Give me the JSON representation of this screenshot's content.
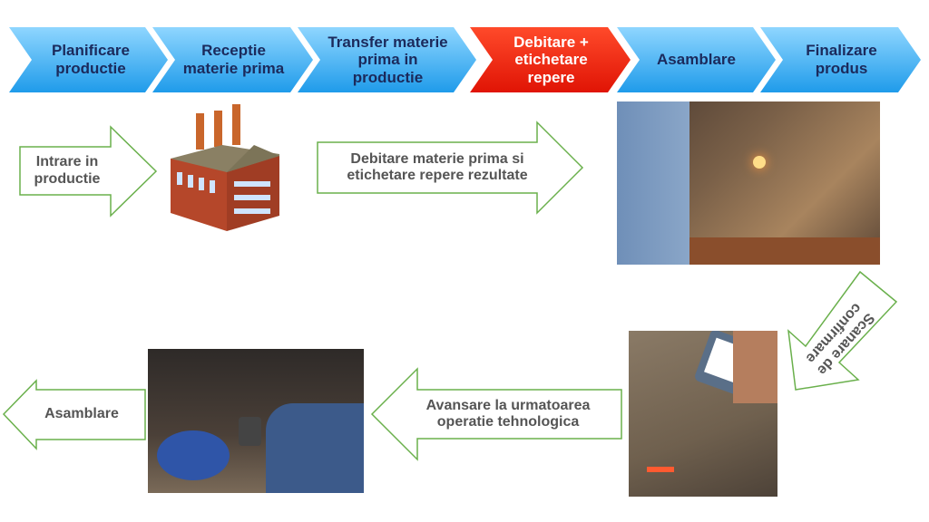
{
  "process_steps": [
    {
      "label": "Planificare productie",
      "active": false
    },
    {
      "label": "Receptie materie prima",
      "active": false
    },
    {
      "label": "Transfer materie prima in productie",
      "active": false
    },
    {
      "label": "Debitare + etichetare repere",
      "active": true
    },
    {
      "label": "Asamblare",
      "active": false
    },
    {
      "label": "Finalizare produs",
      "active": false
    }
  ],
  "flow": {
    "entry": "Intrare in productie",
    "cutting": "Debitare materie prima si etichetare repere rezultate",
    "scan": "Scanare de confirmare",
    "advance": "Avansare la urmatoarea operatie tehnologica",
    "exit": "Asamblare"
  },
  "colors": {
    "step": "#2fa8ee",
    "active": "#e8200c",
    "arrow_outline": "#6ab04c",
    "text": "#1b2a5c"
  }
}
